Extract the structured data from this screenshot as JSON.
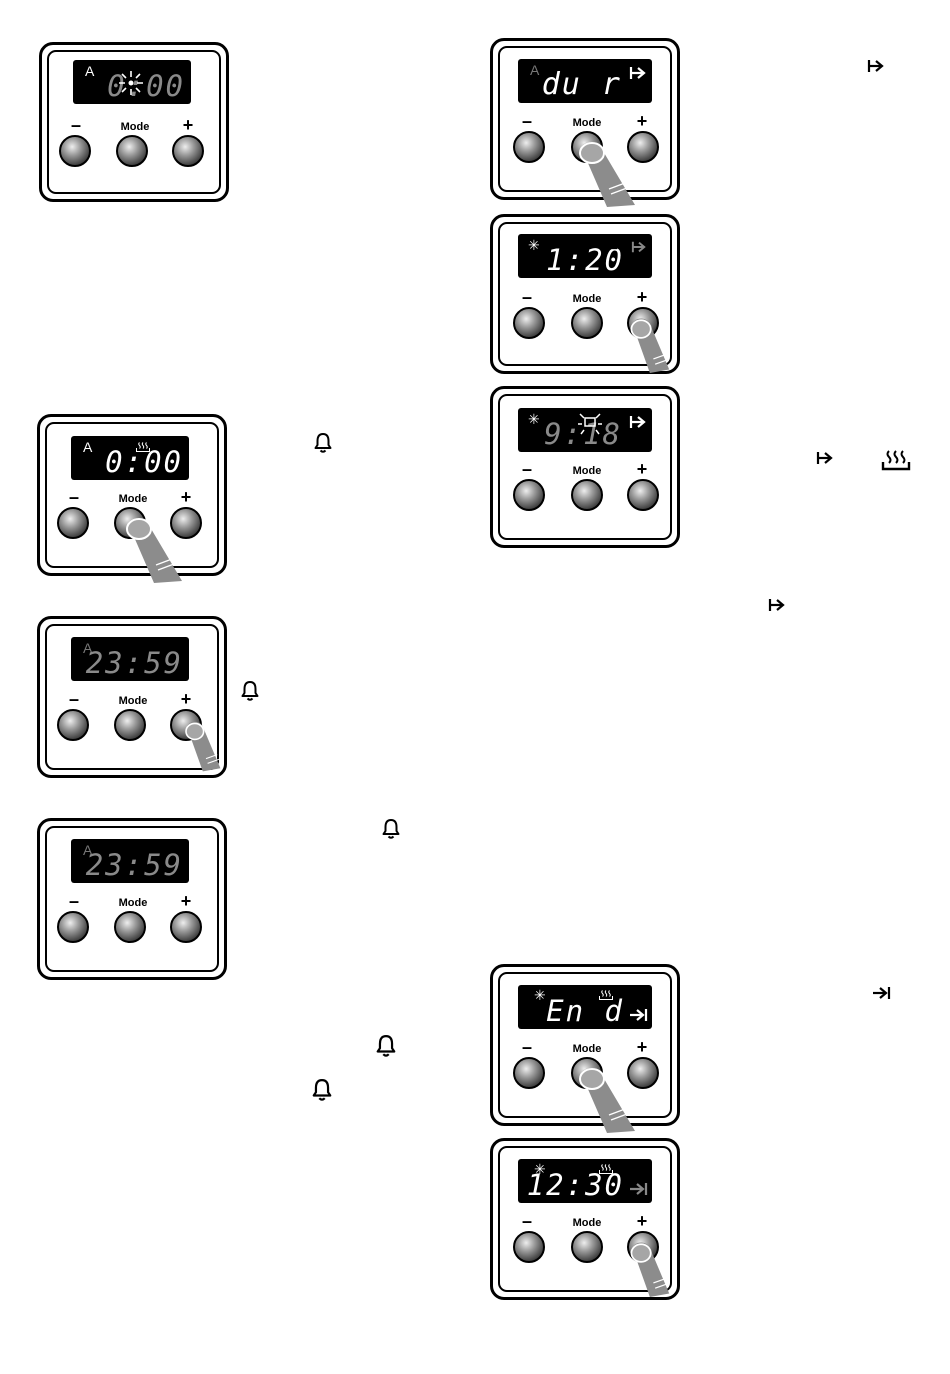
{
  "labels": {
    "minus": "–",
    "mode": "Mode",
    "plus": "+"
  },
  "panels": [
    {
      "a": "A",
      "a_dim": false,
      "display": "0:00"
    },
    {
      "a": "",
      "display": "du r"
    },
    {
      "a": "",
      "display": "1:20"
    },
    {
      "a": "A",
      "a_dim": false,
      "display": "0:00"
    },
    {
      "a": "",
      "display": "9:18"
    },
    {
      "a": "A",
      "a_dim": true,
      "display": "23:59"
    },
    {
      "a": "A",
      "a_dim": true,
      "display": "23:59"
    },
    {
      "a": "",
      "display": "En d"
    },
    {
      "a": "",
      "display": "12:30"
    }
  ],
  "icons": {
    "arrow": "start-arrow-icon",
    "bell": "bell-icon",
    "heat": "heat-icon",
    "end": "end-arrow-icon"
  },
  "colors": {
    "ink": "#000000",
    "lcd": "#000000",
    "dim": "#8a8a8a"
  }
}
